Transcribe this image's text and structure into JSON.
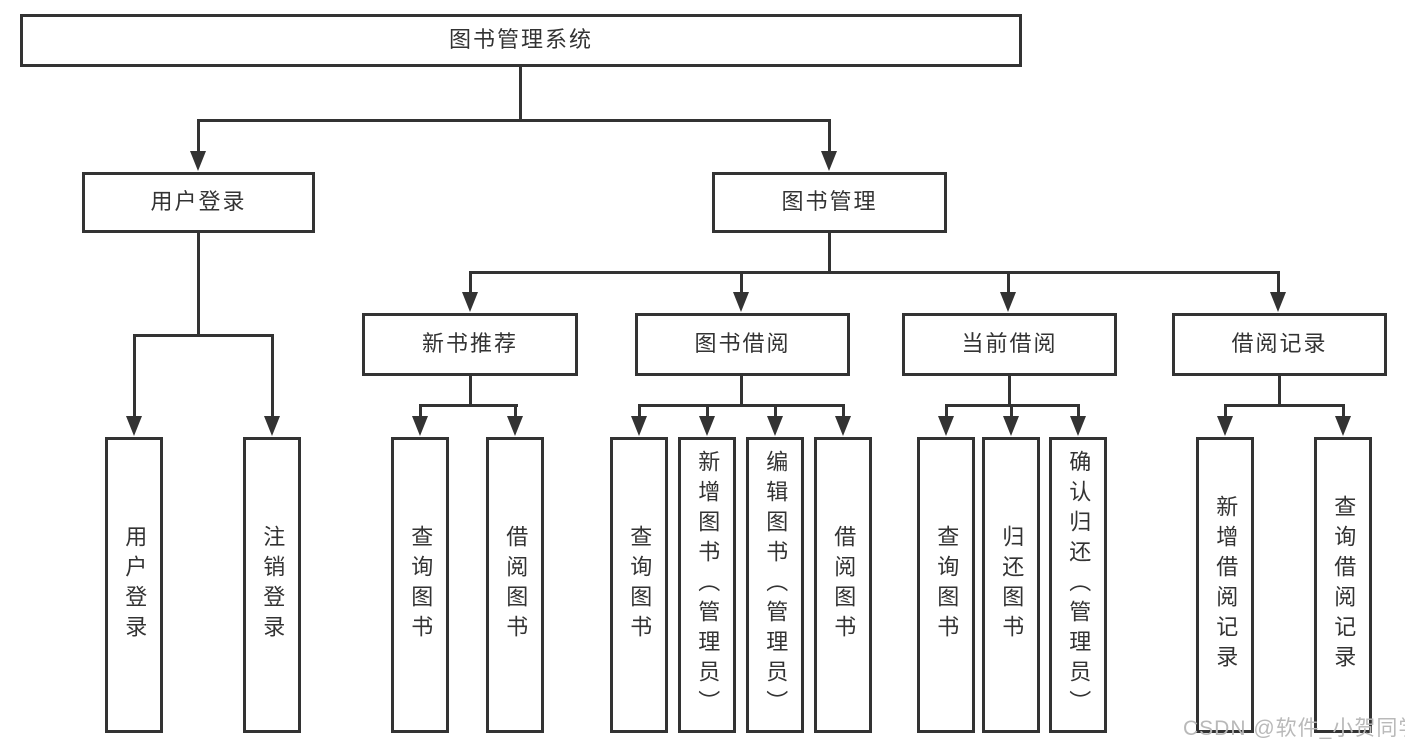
{
  "tree": {
    "root": {
      "label": "图书管理系统"
    },
    "branches": [
      {
        "label": "用户登录",
        "children": [
          {
            "label": "用户登录"
          },
          {
            "label": "注销登录"
          }
        ]
      },
      {
        "label": "图书管理",
        "children": [
          {
            "label": "新书推荐",
            "children": [
              {
                "label": "查询图书"
              },
              {
                "label": "借阅图书"
              }
            ]
          },
          {
            "label": "图书借阅",
            "children": [
              {
                "label": "查询图书"
              },
              {
                "label": "新增图书（管理员）"
              },
              {
                "label": "编辑图书（管理员）"
              },
              {
                "label": "借阅图书"
              }
            ]
          },
          {
            "label": "当前借阅",
            "children": [
              {
                "label": "查询图书"
              },
              {
                "label": "归还图书"
              },
              {
                "label": "确认归还（管理员）"
              }
            ]
          },
          {
            "label": "借阅记录",
            "children": [
              {
                "label": "新增借阅记录"
              },
              {
                "label": "查询借阅记录"
              }
            ]
          }
        ]
      }
    ]
  },
  "watermark": {
    "text": "CSDN @软件_小贺同学"
  },
  "colors": {
    "line": "#333333",
    "box_border": "#333333",
    "box_fill": "#ffffff",
    "text": "#333333",
    "watermark": "#b9b9b9"
  }
}
